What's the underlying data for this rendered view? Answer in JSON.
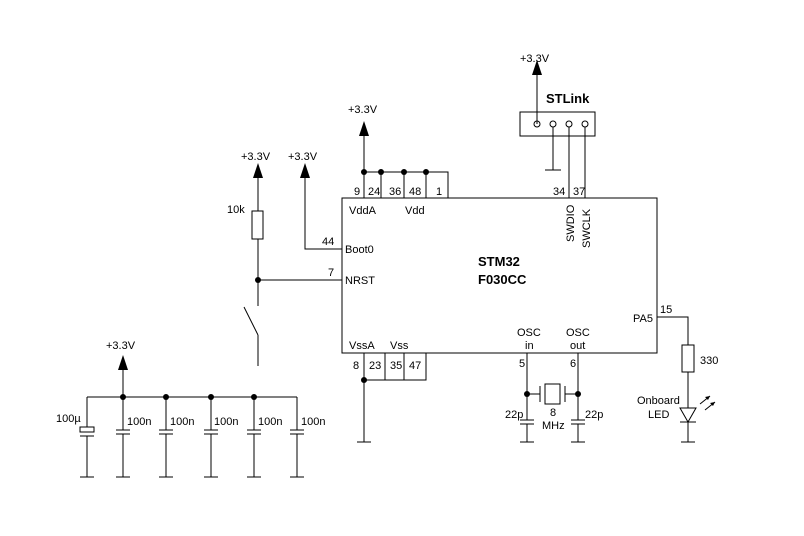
{
  "power": {
    "vcc_label": "+3.3V"
  },
  "mcu": {
    "name_line1": "STM32",
    "name_line2": "F030CC",
    "pins": {
      "p9": "9",
      "p24": "24",
      "p36": "36",
      "p48": "48",
      "p1": "1",
      "p34": "34",
      "p37": "37",
      "p44": "44",
      "p7": "7",
      "p8": "8",
      "p23": "23",
      "p35": "35",
      "p47": "47",
      "p5": "5",
      "p6": "6",
      "p15": "15"
    },
    "labels": {
      "vdda": "VddA",
      "vdd": "Vdd",
      "boot0": "Boot0",
      "nrst": "NRST",
      "vssa": "VssA",
      "vss": "Vss",
      "swdio": "SWDIO",
      "swclk": "SWCLK",
      "pa5": "PA5",
      "osc_in_1": "OSC",
      "osc_in_2": "in",
      "osc_out_1": "OSC",
      "osc_out_2": "out"
    }
  },
  "stlink": {
    "label": "STLink"
  },
  "components": {
    "r_pullup": "10k",
    "r_led": "330",
    "led_line1": "Onboard",
    "led_line2": "LED",
    "cap_load_left": "22p",
    "cap_load_right": "22p",
    "crystal_line1": "8",
    "crystal_line2": "MHz",
    "bulk_cap": "100µ",
    "decoupling": [
      "100n",
      "100n",
      "100n",
      "100n",
      "100n"
    ]
  }
}
